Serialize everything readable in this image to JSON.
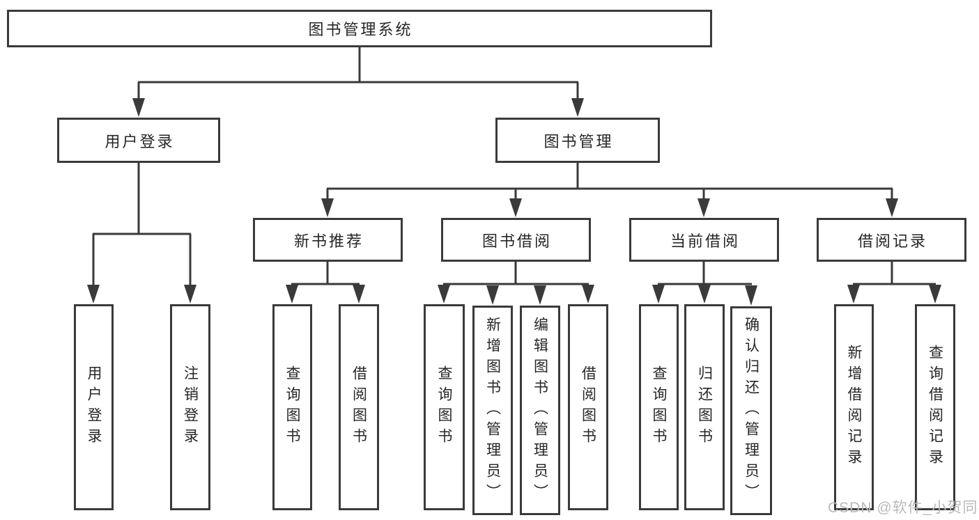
{
  "tree": {
    "root": {
      "label": "图书管理系统"
    },
    "branches": [
      {
        "label": "用户登录",
        "leaves": [
          {
            "label": "用户登录"
          },
          {
            "label": "注销登录"
          }
        ]
      },
      {
        "label": "图书管理",
        "groups": [
          {
            "label": "新书推荐",
            "leaves": [
              {
                "label": "查询图书"
              },
              {
                "label": "借阅图书"
              }
            ]
          },
          {
            "label": "图书借阅",
            "leaves": [
              {
                "label": "查询图书"
              },
              {
                "label": "新增图书（管理员）"
              },
              {
                "label": "编辑图书（管理员）"
              },
              {
                "label": "借阅图书"
              }
            ]
          },
          {
            "label": "当前借阅",
            "leaves": [
              {
                "label": "查询图书"
              },
              {
                "label": "归还图书"
              },
              {
                "label": "确认归还（管理员）"
              }
            ]
          },
          {
            "label": "借阅记录",
            "leaves": [
              {
                "label": "新增借阅记录"
              },
              {
                "label": "查询借阅记录"
              }
            ]
          }
        ]
      }
    ]
  },
  "watermark": {
    "text": "CSDN @软件_小贺同学"
  },
  "colors": {
    "line": "#3a3a3a",
    "box_border": "#3a3a3a",
    "text": "#262626",
    "background": "#ffffff",
    "watermark": "#b9b9b9"
  }
}
